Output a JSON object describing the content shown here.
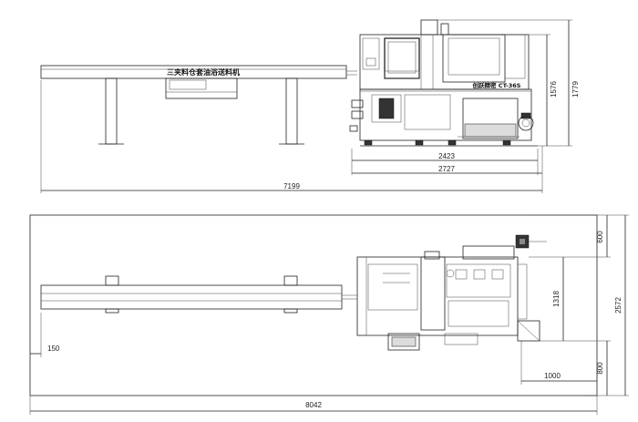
{
  "elevation": {
    "machine_title": "三夹料仓套油浴送料机",
    "machine_model": "创跃精密 CT-36S",
    "dims": {
      "width_lathe": "2423",
      "width_total_machine": "2727",
      "overall_length": "7199",
      "height_cab": "1576",
      "height_total": "1779"
    }
  },
  "plan": {
    "dims": {
      "feeder_offset": "150",
      "overall_length": "8042",
      "depth_top": "600",
      "depth_machine": "1318",
      "depth_total": "2572",
      "depth_bottom": "800",
      "clearance_right": "1000"
    }
  }
}
